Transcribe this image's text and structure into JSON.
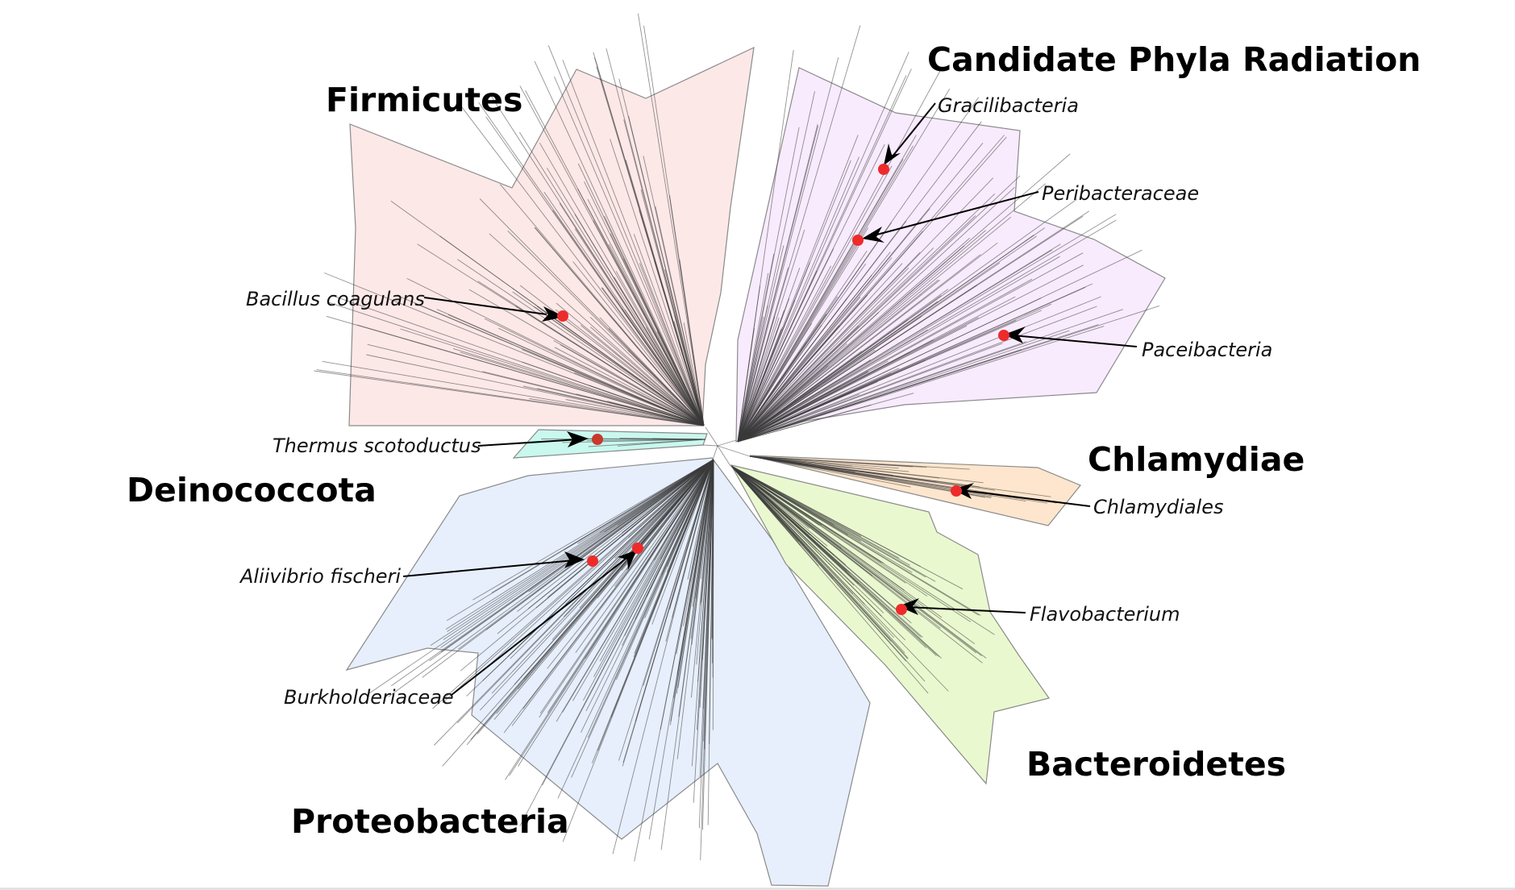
{
  "figure": {
    "background": "#ffffff",
    "clades": [
      {
        "id": "firmicutes",
        "label": "Firmicutes",
        "color": "#fde8e8"
      },
      {
        "id": "cpr",
        "label": "Candidate Phyla Radiation",
        "color": "#f8ebfd"
      },
      {
        "id": "deinococcota",
        "label": "Deinococcota",
        "color": "#c9f8ee"
      },
      {
        "id": "chlamydiae",
        "label": "Chlamydiae",
        "color": "#fde6cd"
      },
      {
        "id": "proteobacteria",
        "label": "Proteobacteria",
        "color": "#e7effc"
      },
      {
        "id": "bacteroidetes",
        "label": "Bacteroidetes",
        "color": "#eaf8d0"
      }
    ],
    "taxa": [
      {
        "id": "bacillus",
        "label": "Bacillus coagulans"
      },
      {
        "id": "thermus",
        "label": "Thermus scotoductus"
      },
      {
        "id": "gracilibacteria",
        "label": "Gracilibacteria"
      },
      {
        "id": "peribacteraceae",
        "label": "Peribacteraceae"
      },
      {
        "id": "paceibacteria",
        "label": "Paceibacteria"
      },
      {
        "id": "chlamydiales",
        "label": "Chlamydiales"
      },
      {
        "id": "flavobacterium",
        "label": "Flavobacterium"
      },
      {
        "id": "aliivibrio",
        "label": "Aliivibrio fischeri"
      },
      {
        "id": "burkholderiaceae",
        "label": "Burkholderiaceae"
      }
    ],
    "marker_color": "#ee2b2b"
  }
}
